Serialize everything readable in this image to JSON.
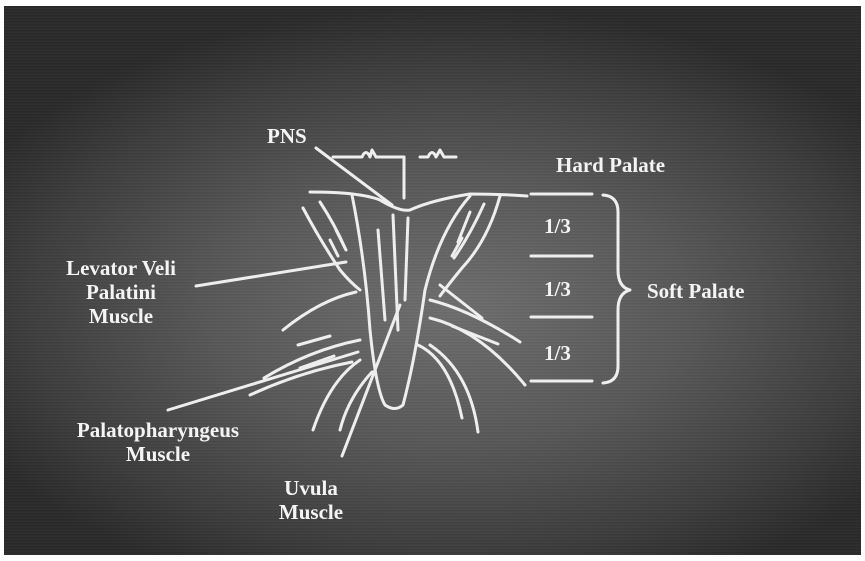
{
  "labels": {
    "pns": "PNS",
    "hard_palate": "Hard Palate",
    "soft_palate": "Soft Palate",
    "thirds": [
      "1/3",
      "1/3",
      "1/3"
    ],
    "levator": [
      "Levator Veli",
      "Palatini",
      "Muscle"
    ],
    "palatopharyngeus": [
      "Palatopharyngeus",
      "Muscle"
    ],
    "uvula": [
      "Uvula",
      "Muscle"
    ]
  },
  "colors": {
    "ink": "#f4f4f4",
    "background": "#5a5a5a"
  }
}
